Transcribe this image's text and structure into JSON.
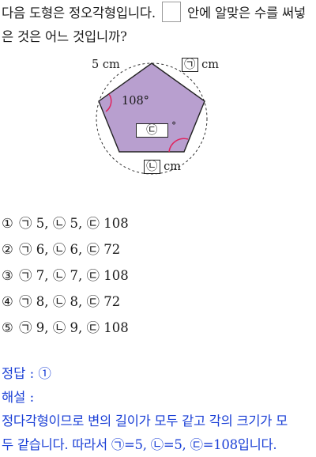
{
  "question": {
    "part1": "다음 도형은 정오각형입니다.",
    "part2": "안에 알맞은 수를 써넣은 것은 어느 것입니까?"
  },
  "figure": {
    "fill_color": "#b89fcf",
    "side_label": "5 cm",
    "angle_label": "108°",
    "blank_top_glyph": "㉠",
    "blank_top_unit": "cm",
    "blank_mid_glyph": "㉢",
    "blank_mid_unit": "°",
    "blank_bottom_glyph": "㉡",
    "blank_bottom_unit": "cm",
    "angle_mark_color": "#e0245e"
  },
  "options": [
    {
      "num": "①",
      "text": "㉠ 5,  ㉡ 5,  ㉢ 108"
    },
    {
      "num": "②",
      "text": "㉠ 6,  ㉡ 6,  ㉢ 72"
    },
    {
      "num": "③",
      "text": "㉠ 7,  ㉡ 7,  ㉢ 108"
    },
    {
      "num": "④",
      "text": "㉠ 8,  ㉡ 8,  ㉢ 72"
    },
    {
      "num": "⑤",
      "text": "㉠ 9,  ㉡ 9,  ㉢ 108"
    }
  ],
  "answer": {
    "label": "정답 : ①",
    "explain_label": "해설 :",
    "explain_line1": "정다각형이므로 변의 길이가 모두 같고 각의 크기가 모",
    "explain_line2": "두 같습니다. 따라서 ㉠=5, ㉡=5, ㉢=108입니다.",
    "color": "#1a3fd6"
  }
}
